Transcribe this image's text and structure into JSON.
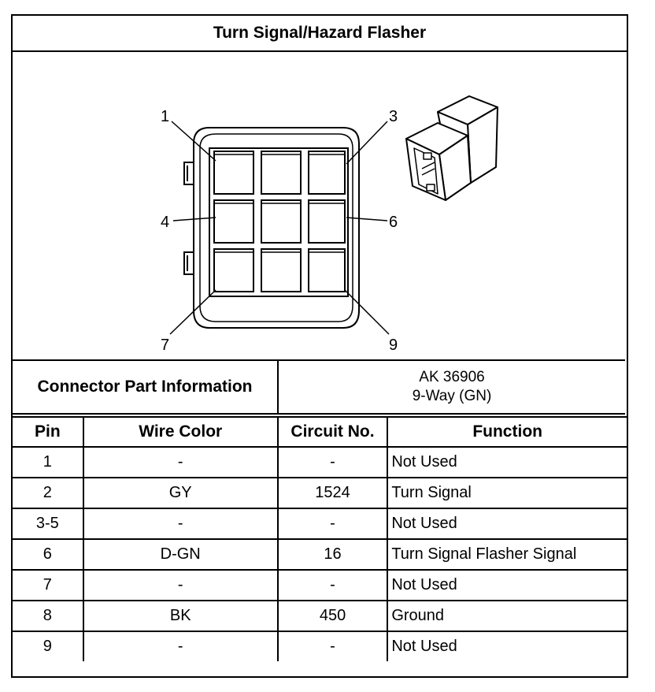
{
  "title": "Turn Signal/Hazard Flasher",
  "diagram": {
    "callouts": [
      "1",
      "3",
      "4",
      "6",
      "7",
      "9"
    ]
  },
  "connector": {
    "label": "Connector Part Information",
    "part_number": "AK 36906",
    "description": "9-Way (GN)"
  },
  "table": {
    "headers": [
      "Pin",
      "Wire Color",
      "Circuit No.",
      "Function"
    ],
    "rows": [
      {
        "pin": "1",
        "wire": "-",
        "circuit": "-",
        "function": "Not Used"
      },
      {
        "pin": "2",
        "wire": "GY",
        "circuit": "1524",
        "function": "Turn Signal"
      },
      {
        "pin": "3-5",
        "wire": "-",
        "circuit": "-",
        "function": "Not Used"
      },
      {
        "pin": "6",
        "wire": "D-GN",
        "circuit": "16",
        "function": "Turn Signal Flasher Signal"
      },
      {
        "pin": "7",
        "wire": "-",
        "circuit": "-",
        "function": "Not Used"
      },
      {
        "pin": "8",
        "wire": "BK",
        "circuit": "450",
        "function": "Ground"
      },
      {
        "pin": "9",
        "wire": "-",
        "circuit": "-",
        "function": "Not Used"
      }
    ]
  }
}
